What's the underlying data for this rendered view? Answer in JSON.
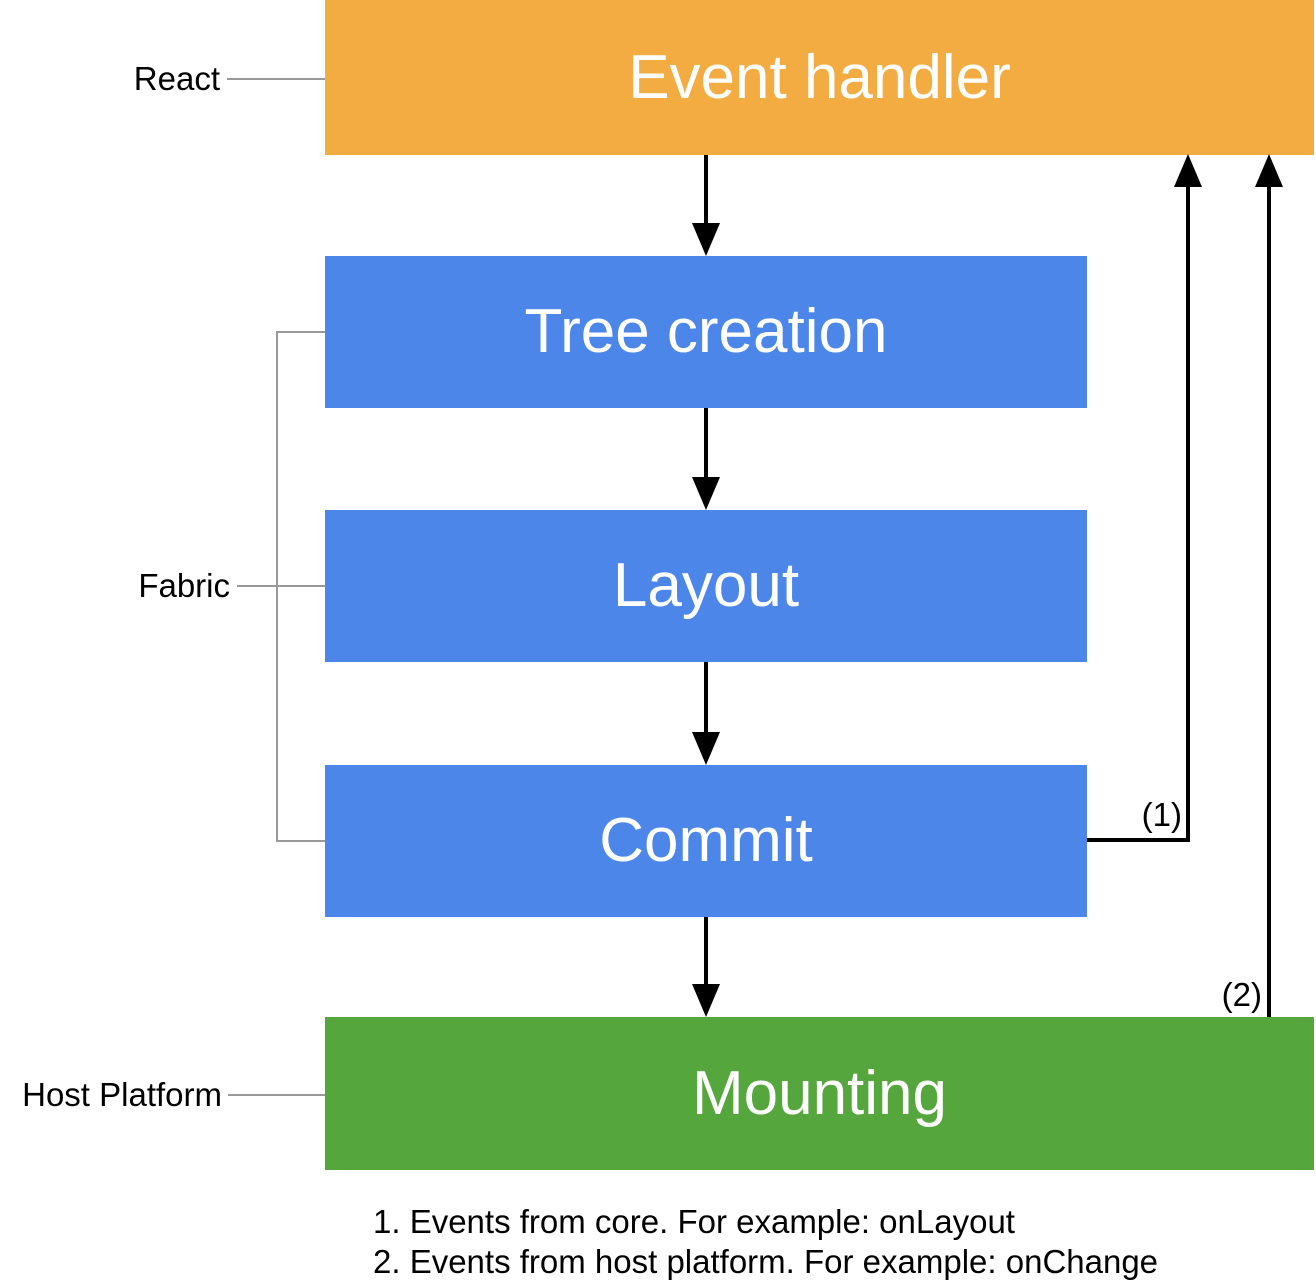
{
  "diagram": {
    "boxes": {
      "event_handler": "Event handler",
      "tree_creation": "Tree creation",
      "layout": "Layout",
      "commit": "Commit",
      "mounting": "Mounting"
    },
    "groups": {
      "react": "React",
      "fabric": "Fabric",
      "host_platform": "Host Platform"
    },
    "arrows": {
      "callback1_label": "(1)",
      "callback2_label": "(2)"
    },
    "footnotes": [
      "1. Events from core. For example: onLayout",
      "2. Events from host platform. For example: onChange"
    ],
    "colors": {
      "react_box": "#F2AC41",
      "fabric_box": "#4C86E8",
      "host_box": "#55A63C",
      "connector_gray": "#999999",
      "arrow_black": "#000000"
    }
  }
}
